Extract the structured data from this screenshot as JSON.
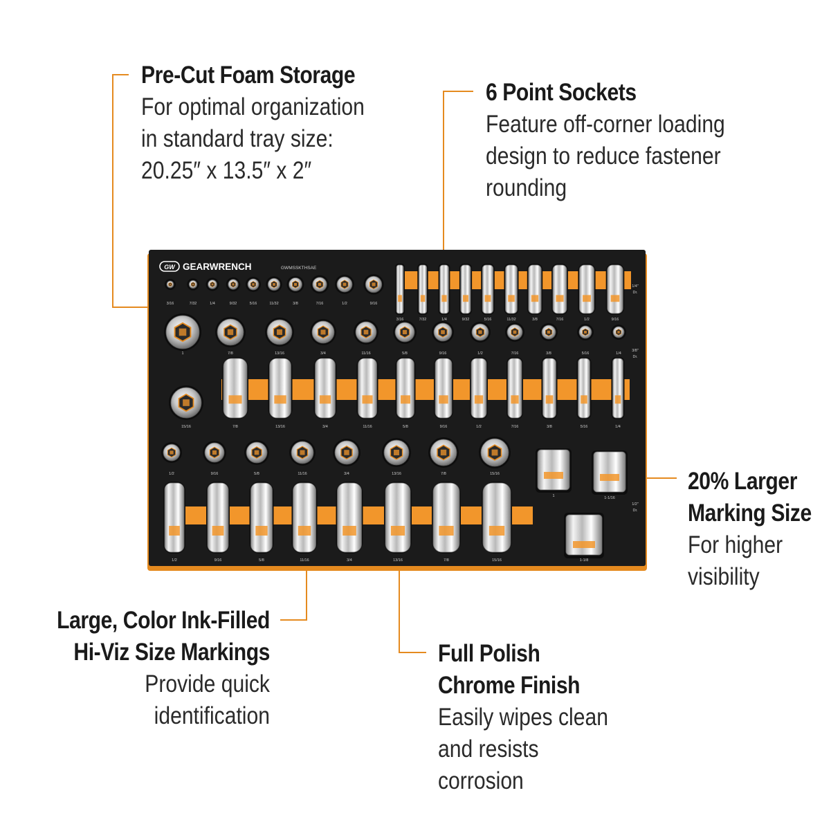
{
  "colors": {
    "accent": "#e58a1f",
    "foam": "#1b1b1b",
    "orange_strip": "#f2962b",
    "chrome": "#d9d9d9"
  },
  "callouts": {
    "foam": {
      "title": "Pre-Cut Foam Storage",
      "lines": [
        "For optimal organization",
        "in standard tray size:",
        "20.25″ x 13.5″ x 2″"
      ]
    },
    "six_point": {
      "title": "6 Point Sockets",
      "lines": [
        "Feature off-corner loading",
        "design to reduce fastener",
        "rounding"
      ]
    },
    "marking": {
      "title_lines": [
        "20% Larger",
        "Marking Size"
      ],
      "lines": [
        "For higher",
        "visibility"
      ]
    },
    "ink": {
      "title_lines": [
        "Large, Color Ink-Filled",
        "Hi-Viz Size Markings"
      ],
      "lines": [
        "Provide quick",
        "identification"
      ]
    },
    "polish": {
      "title_lines": [
        "Full Polish",
        "Chrome Finish"
      ],
      "lines": [
        "Easily wipes clean",
        "and resists",
        "corrosion"
      ]
    }
  },
  "tray": {
    "brand": "GEARWRENCH",
    "logo": "GW",
    "part_number": "GWMSSKTHSAE",
    "drive_labels": {
      "quarter": [
        "1/4\"",
        "Dr."
      ],
      "three_eighths": [
        "3/8\"",
        "Dr."
      ],
      "half": [
        "1/2\"",
        "Dr."
      ]
    },
    "row1_small": [
      "3/16",
      "7/32",
      "1/4",
      "9/32",
      "5/16",
      "11/32",
      "3/8",
      "7/16",
      "1/2",
      "9/16"
    ],
    "row1_deep": [
      "3/16",
      "7/32",
      "1/4",
      "9/32",
      "5/16",
      "11/32",
      "3/8",
      "7/16",
      "1/2",
      "9/16"
    ],
    "row2": [
      "1",
      "7/8",
      "13/16",
      "3/4",
      "11/16",
      "5/8",
      "9/16",
      "1/2",
      "7/16",
      "3/8",
      "5/16",
      "1/4"
    ],
    "row3_single": "15/16",
    "row3_deep": [
      "7/8",
      "13/16",
      "3/4",
      "11/16",
      "5/8",
      "9/16",
      "1/2",
      "7/16",
      "3/8",
      "5/16",
      "1/4"
    ],
    "row4": [
      "1/2",
      "9/16",
      "5/8",
      "11/16",
      "3/4",
      "13/16",
      "7/8",
      "15/16"
    ],
    "row4_large": [
      "1",
      "1-1/16"
    ],
    "row5_deep": [
      "1/2",
      "9/16",
      "5/8",
      "11/16",
      "3/4",
      "13/16",
      "7/8",
      "15/16"
    ],
    "row5_large": "1-1/8"
  }
}
